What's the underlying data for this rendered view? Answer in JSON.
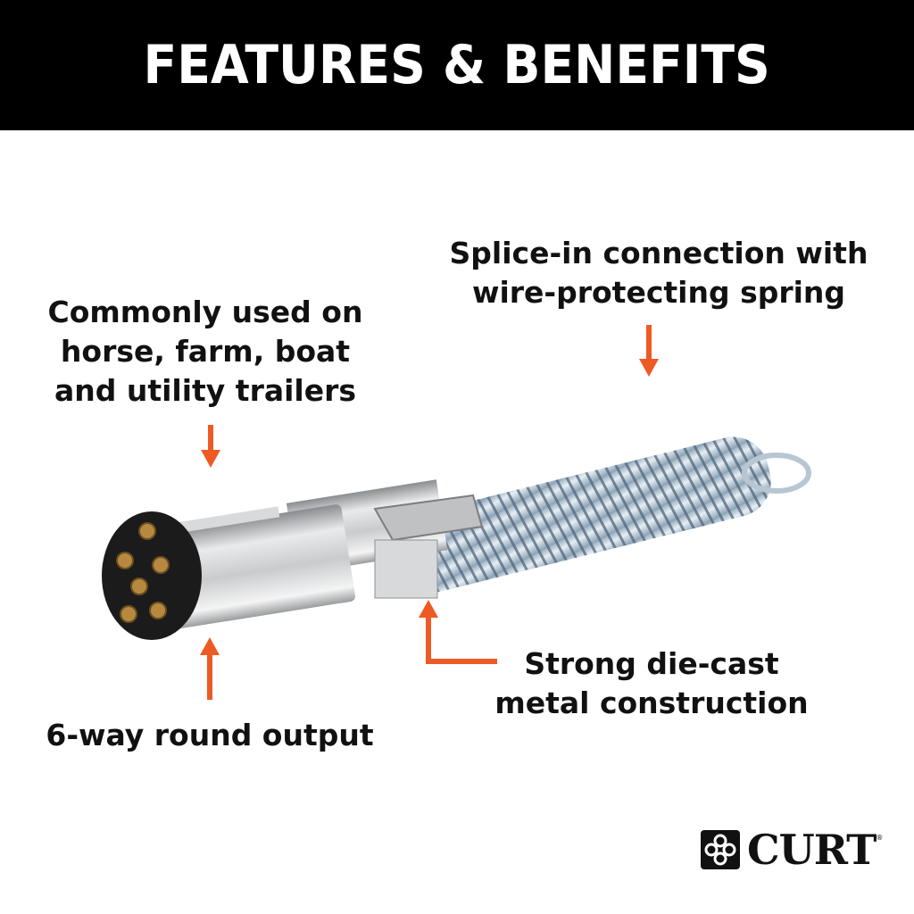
{
  "banner": {
    "title": "FEATURES & BENEFITS",
    "background": "#000000",
    "text_color": "#ffffff"
  },
  "callouts": {
    "trailers": {
      "lines": [
        "Commonly used on",
        "horse, farm, boat",
        "and utility trailers"
      ]
    },
    "spring": {
      "lines": [
        "Splice-in connection with",
        "wire-protecting spring"
      ]
    },
    "output": {
      "lines": [
        "6-way round output"
      ]
    },
    "diecast": {
      "lines": [
        "Strong die-cast",
        "metal construction"
      ]
    }
  },
  "accent_color": "#ee5a24",
  "product": {
    "name": "6-way round trailer connector plug with spring",
    "pin_count": 6
  },
  "brand": {
    "name": "CURT",
    "registered": "®"
  }
}
